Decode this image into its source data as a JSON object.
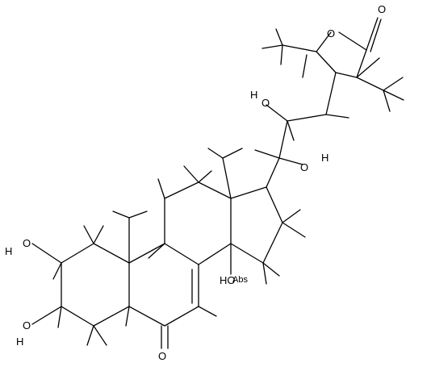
{
  "diagram": {
    "type": "skeletal-structure",
    "bond_color": "#000000",
    "background": "#ffffff"
  },
  "atom_labels": {
    "ring_o": "O",
    "carbonyl_o_top": "O",
    "oh_side": "O",
    "h_oh_side": "H",
    "oh_20": "O",
    "h_oh_20": "H",
    "oh_2": "O",
    "h_oh_2": "H",
    "oh_3": "O",
    "h_oh_3": "H",
    "oh_14_label": "HO",
    "abs_label": "Abs",
    "carbonyl_o_6": "O",
    "h": "H"
  }
}
